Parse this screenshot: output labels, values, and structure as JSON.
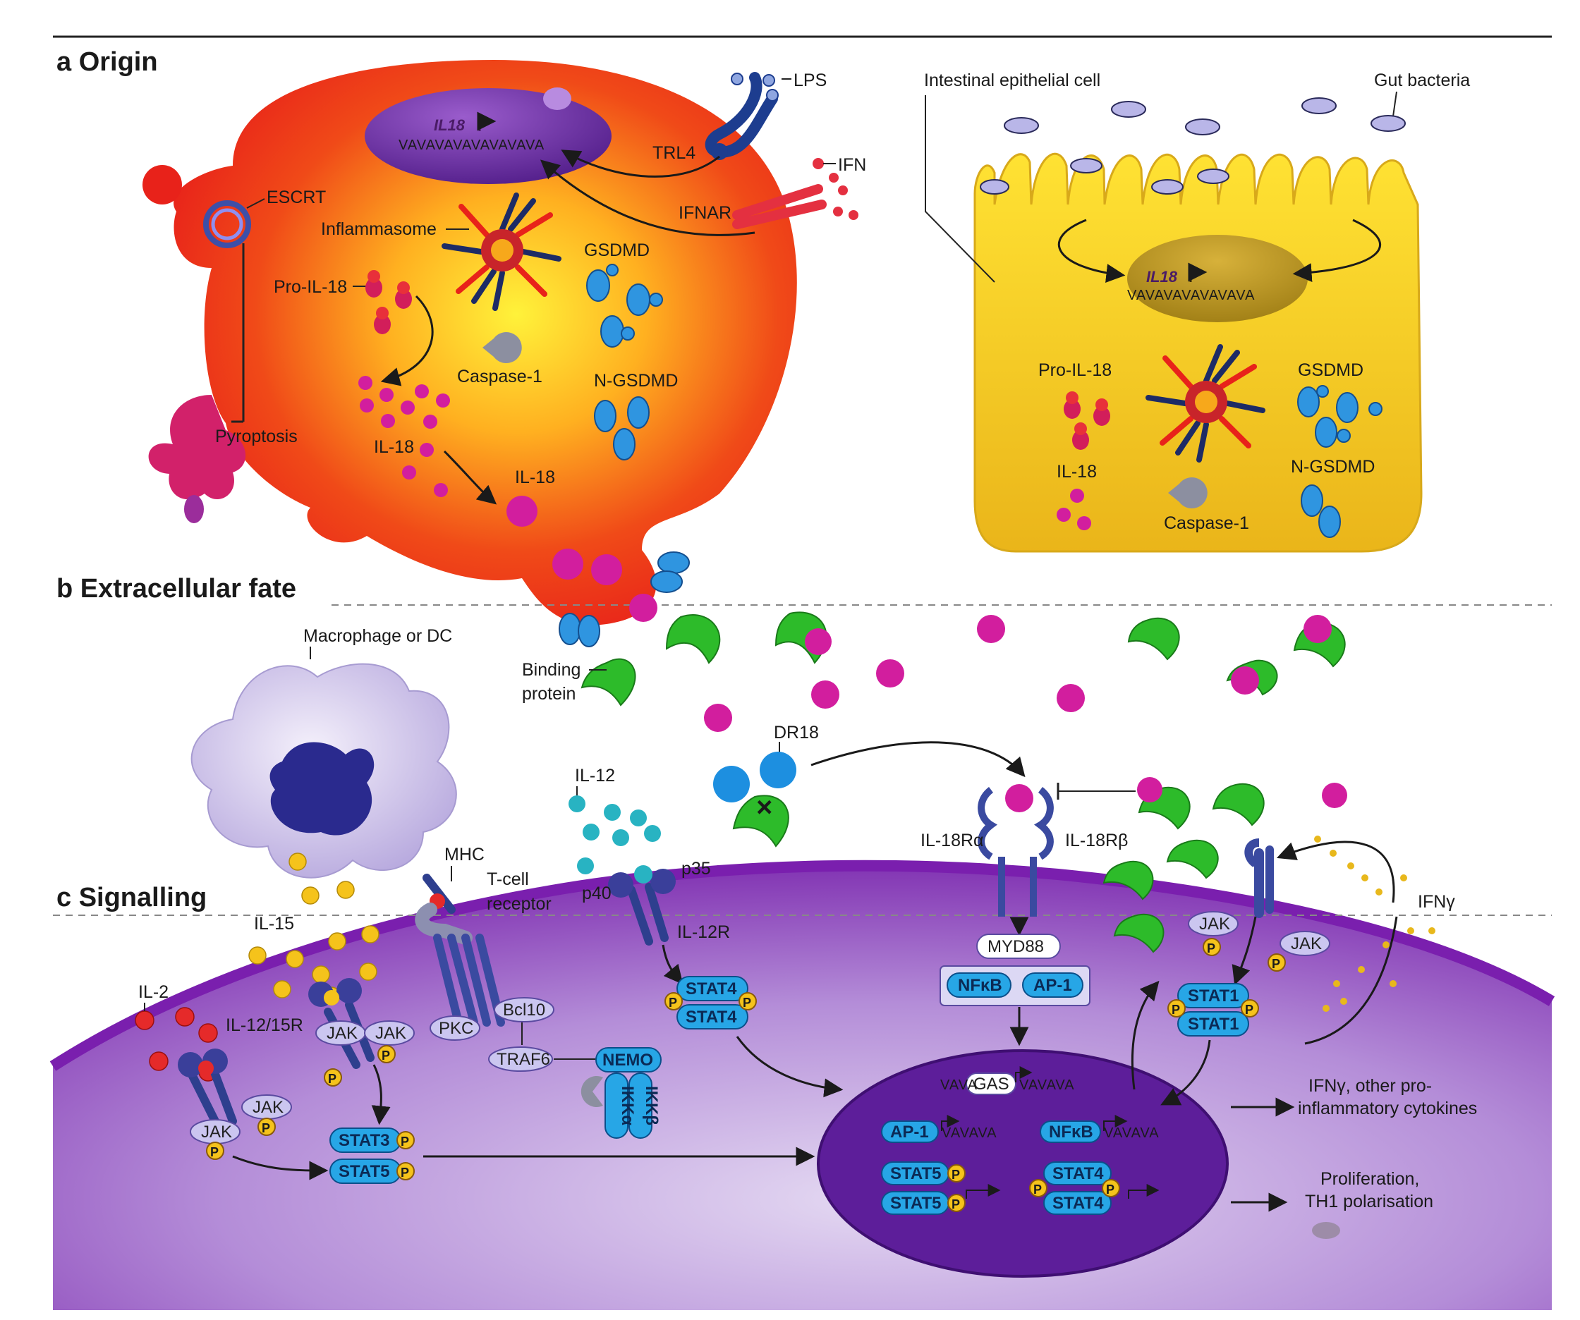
{
  "sections": {
    "a": "a Origin",
    "b": "b Extracellular fate",
    "c": "c Signalling"
  },
  "macrophage_cell": {
    "il18_gene": "IL18",
    "dna": "VAVAVAVAVAVAVAVA",
    "lps": "LPS",
    "trl4": "TRL4",
    "ifn": "IFN",
    "ifnar": "IFNAR",
    "escrt": "ESCRT",
    "inflammasome": "Inflammasome",
    "pro_il18": "Pro-IL-18",
    "gsdmd": "GSDMD",
    "caspase": "Caspase-1",
    "n_gsdmd": "N-GSDMD",
    "pyroptosis": "Pyroptosis",
    "il18_a": "IL-18",
    "il18_b": "IL-18"
  },
  "epithelial": {
    "cell": "Intestinal epithelial cell",
    "bacteria": "Gut bacteria",
    "il18_gene": "IL18",
    "dna": "VAVAVAVAVAVAVA",
    "pro_il18": "Pro-IL-18",
    "gsdmd": "GSDMD",
    "il18": "IL-18",
    "n_gsdmd": "N-GSDMD",
    "caspase": "Caspase-1"
  },
  "extracellular": {
    "macrophage": "Macrophage or DC",
    "binding_protein_1": "Binding",
    "binding_protein_2": "protein",
    "dr18": "DR18",
    "il12": "IL-12"
  },
  "signalling": {
    "mhc": "MHC",
    "tcr_1": "T-cell",
    "tcr_2": "receptor",
    "il15": "IL-15",
    "il2": "IL-2",
    "il1215r": "IL-12/15R",
    "jak": "JAK",
    "p": "P",
    "pkc": "PKC",
    "bcl10": "Bcl10",
    "traf6": "TRAF6",
    "nemo": "NEMO",
    "ikka": "IKKα",
    "ikkb": "IKKβ",
    "stat3": "STAT3",
    "stat5": "STAT5",
    "stat4": "STAT4",
    "stat1": "STAT1",
    "p40": "p40",
    "p35": "p35",
    "il12r": "IL-12R",
    "il18ra": "IL-18Rα",
    "il18rb": "IL-18Rβ",
    "myd88": "MYD88",
    "nfkb": "NFκB",
    "ap1": "AP-1",
    "gas": "GAS",
    "dna_short": "VAVAVA",
    "ifng": "IFNγ",
    "out1_1": "IFNγ, other pro-",
    "out1_2": "inflammatory cytokines",
    "out2_1": "Proliferation,",
    "out2_2": "TH1 polarisation"
  },
  "colors": {
    "red_cell": "#ee2a1b",
    "yellow_core": "#fff23a",
    "epithelial": "#f2c81c",
    "purple_membrane": "#8a2bb8",
    "il18_magenta": "#d21e9e",
    "binding_green": "#2dbb2a",
    "gsdmd_blue": "#2f95e0",
    "stat_blue": "#27a6e6"
  }
}
